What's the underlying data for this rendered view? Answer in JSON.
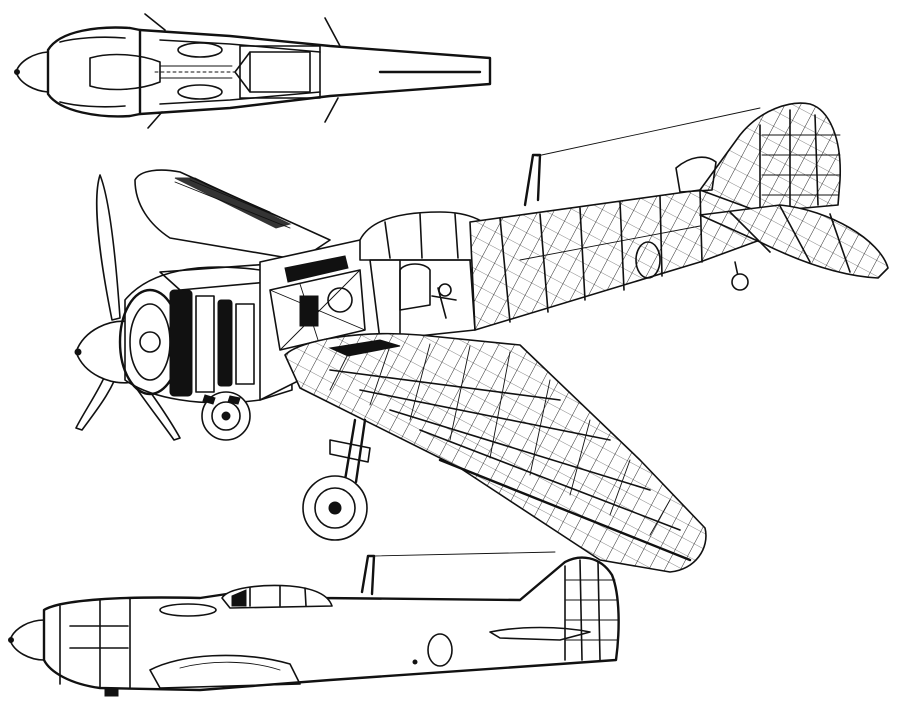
{
  "figure": {
    "views": [
      {
        "id": "top-view",
        "kind": "plan view of fuselage nose section"
      },
      {
        "id": "cutaway-view",
        "kind": "three-quarter cutaway of single-engine fighter"
      },
      {
        "id": "side-view",
        "kind": "side profile of fuselage"
      }
    ],
    "ink_color": "#111111",
    "paper_color": "#ffffff"
  }
}
